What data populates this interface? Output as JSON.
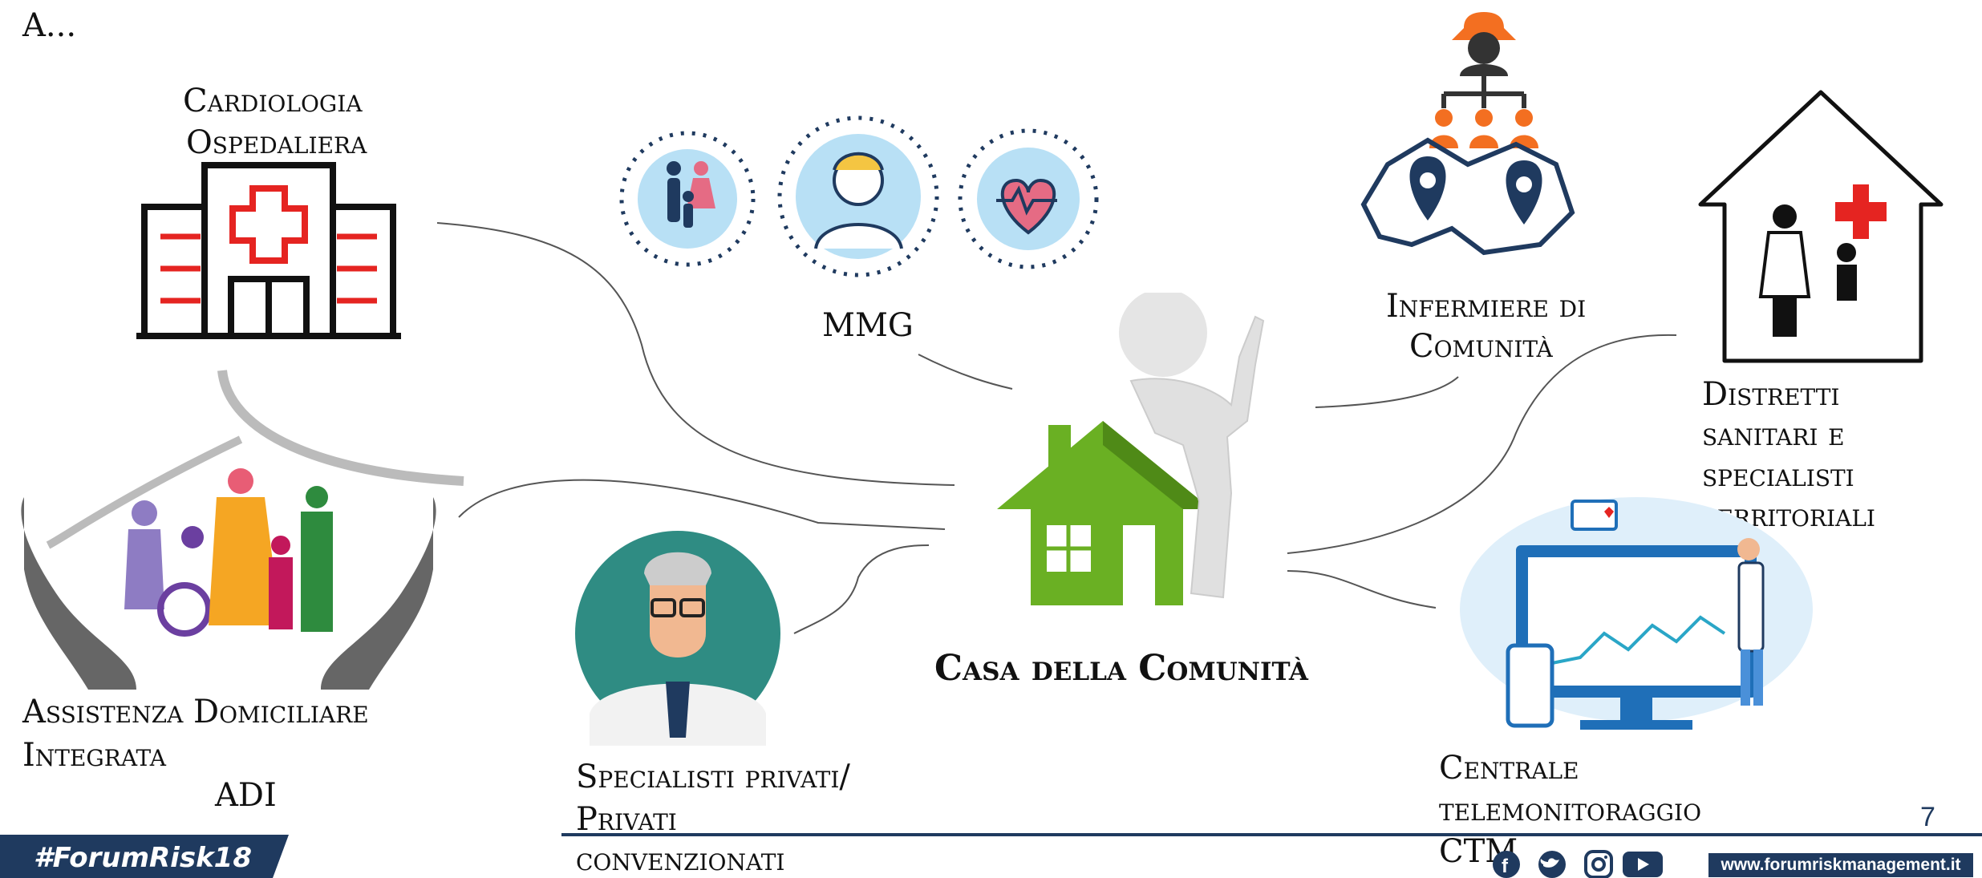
{
  "slide": {
    "top_fragment": "A...",
    "center_label": "Casa della Comunità",
    "nodes": {
      "cardiologia": [
        "Cardiologia",
        "Ospedaliera"
      ],
      "mmg": "MMG",
      "infermiere": [
        "Infermiere di",
        "Comunità"
      ],
      "distretti": [
        "Distretti",
        "sanitari e",
        "specialisti",
        "territoriali"
      ],
      "adi": [
        "Assistenza Domiciliare",
        "Integrata",
        "ADI"
      ],
      "specialisti": [
        "Specialisti privati/",
        "Privati",
        "convenzionati"
      ],
      "ctm": [
        "Centrale",
        "telemonitoraggio",
        "CTM"
      ]
    },
    "page_number": "7"
  },
  "footer": {
    "hashtag": "#ForumRisk18",
    "url": "www.forumriskmanagement.it",
    "social_icons": [
      "facebook-icon",
      "twitter-icon",
      "instagram-icon",
      "youtube-icon"
    ]
  },
  "colors": {
    "navy": "#1f3a5f",
    "house_green": "#6ab023",
    "cross_red": "#e52421",
    "nurse_orange": "#f36f21",
    "circle_blue": "#b8e0f5"
  }
}
